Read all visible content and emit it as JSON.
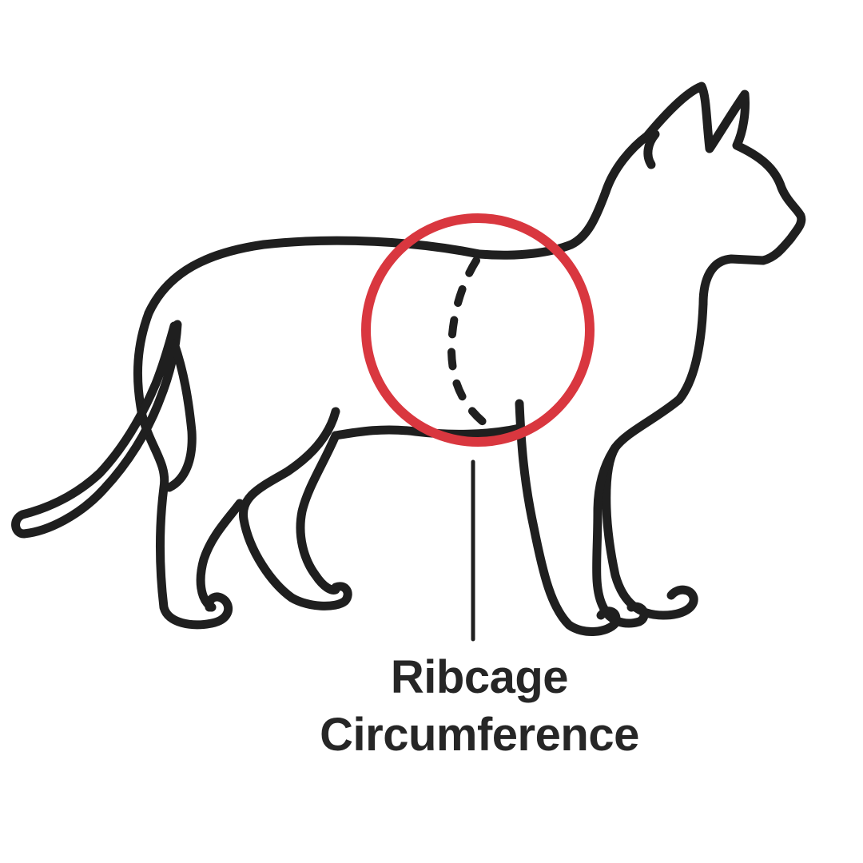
{
  "figure": {
    "label_line_1": "Ribcage",
    "label_line_2": "Circumference"
  },
  "colors": {
    "outline": "#1f1f1f",
    "highlight_circle": "#d9373f",
    "text": "#262626",
    "background": "#ffffff"
  },
  "icons": {
    "subject": "cat-side-view-outline",
    "highlight": "measurement-circle",
    "measure_line": "dashed-curve"
  }
}
